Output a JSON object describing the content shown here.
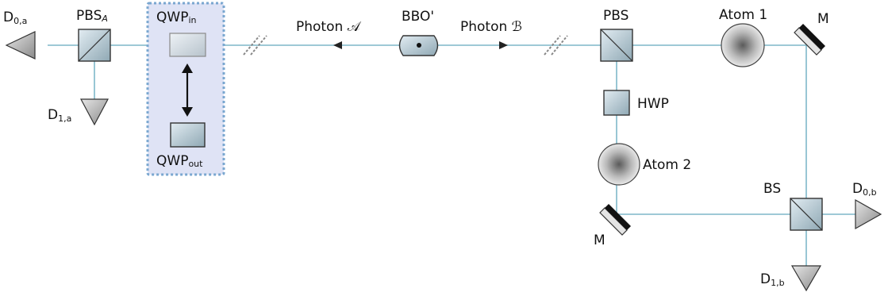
{
  "diagram": {
    "detectors": {
      "d0a": {
        "main": "D",
        "sub": "0,a"
      },
      "d1a": {
        "main": "D",
        "sub": "1,a"
      },
      "d0b": {
        "main": "D",
        "sub": "0,b"
      },
      "d1b": {
        "main": "D",
        "sub": "1,b"
      }
    },
    "labels": {
      "pbsa_main": "PBS",
      "pbsa_sub": "A",
      "qwp_in_main": "QWP",
      "qwp_in_sub": "in",
      "qwp_out_main": "QWP",
      "qwp_out_sub": "out",
      "photon_a": "Photon 𝒜",
      "bbo": "BBO'",
      "photon_b": "Photon ℬ",
      "pbs": "PBS",
      "atom1": "Atom 1",
      "atom2": "Atom 2",
      "hwp": "HWP",
      "bs": "BS",
      "mirror_top": "M",
      "mirror_bottom": "M"
    },
    "colors": {
      "beam": "#7fb7c9",
      "dashed_box_fill": "#dfe3f5",
      "dashed_box_border": "#7aa7d0"
    }
  }
}
